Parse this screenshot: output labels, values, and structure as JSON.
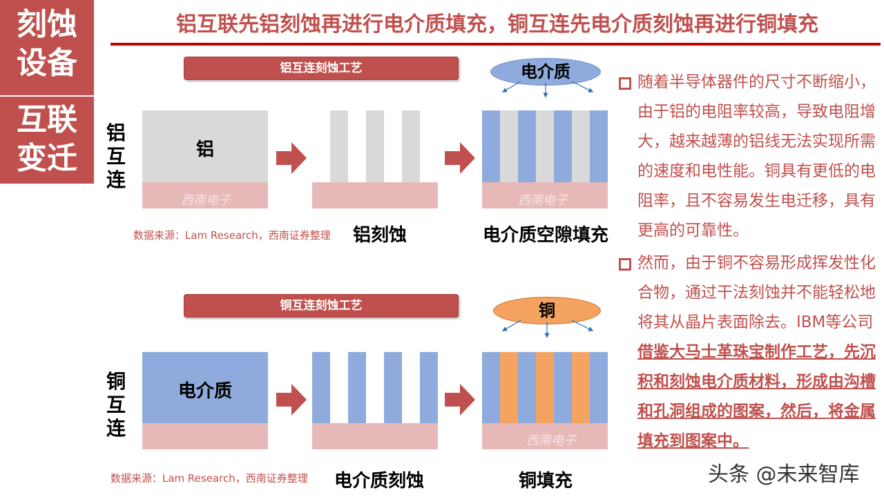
{
  "sidebar": {
    "box1": [
      "刻蚀",
      "设备"
    ],
    "box2": [
      "互联",
      "变迁"
    ]
  },
  "title": "铝互联先铝刻蚀再进行电介质填充，铜互连先电介质刻蚀再进行铜填充",
  "aluminum": {
    "banner": "铝互连刻蚀工艺",
    "side_label": [
      "铝",
      "互",
      "连"
    ],
    "block_label": "铝",
    "watermark": "西南电子",
    "ellipse": "电介质",
    "caption_etch": "铝刻蚀",
    "caption_fill": "电介质空隙填充",
    "source": "数据来源：Lam Research，西南证券整理"
  },
  "copper": {
    "banner": "铜互连刻蚀工艺",
    "side_label": [
      "铜",
      "互",
      "连"
    ],
    "block_label": "电介质",
    "watermark": "西南电子",
    "ellipse": "铜",
    "caption_etch": "电介质刻蚀",
    "caption_fill": "铜填充",
    "source": "数据来源：Lam Research，西南证券整理"
  },
  "bullets": [
    {
      "text": "随着半导体器件的尺寸不断缩小，由于铝的电阻率较高，导致电阻增大，越来越薄的铝线无法实现所需的速度和电性能。铜具有更低的电阻率，且不容易发生电迁移，具有更高的可靠性。"
    },
    {
      "text": "然而，由于铜不容易形成挥发性化合物，通过干法刻蚀并不能轻松地将其从晶片表面除去。IBM等公司",
      "highlight": "借鉴大马士革珠宝制作工艺，先沉积和刻蚀电介质材料，形成由沟槽和孔洞组成的图案，然后，将金属填充到图案中。"
    }
  ],
  "footer_watermark": "头条 @未来智库",
  "colors": {
    "accent": "#c0504d",
    "aluminum": "#d9d9d9",
    "substrate": "#e6b9b8",
    "dielectric": "#8faadc",
    "copper": "#f4a460"
  }
}
